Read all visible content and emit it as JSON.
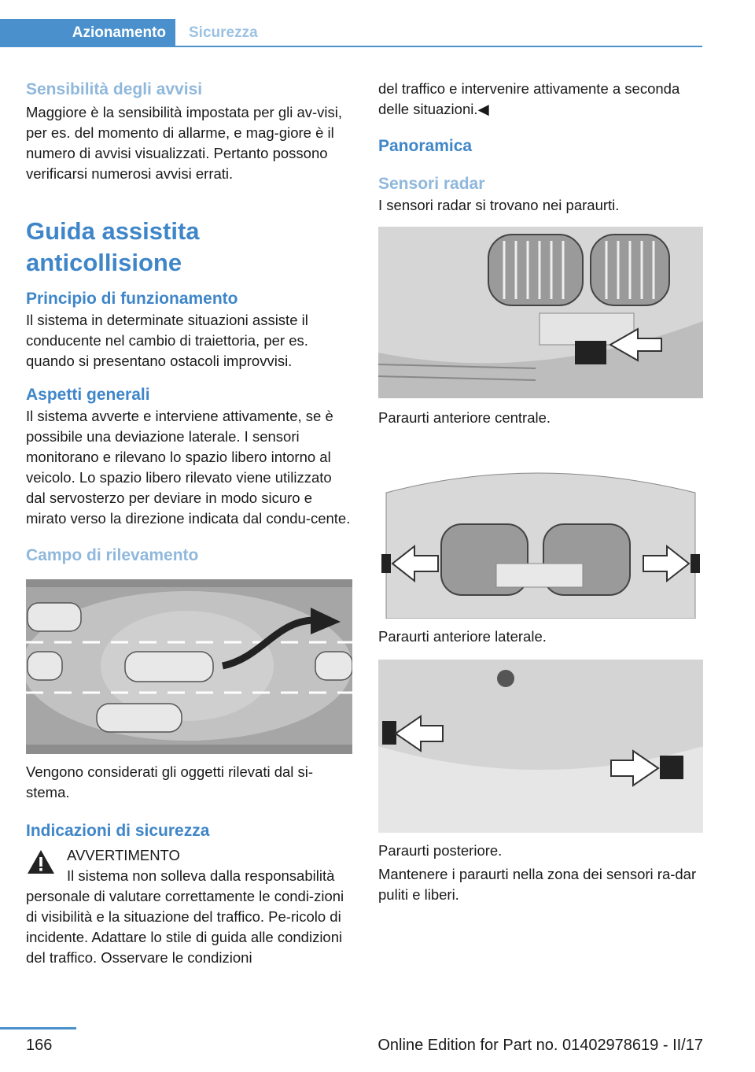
{
  "header": {
    "tab_active": "Azionamento",
    "tab_inactive": "Sicurezza"
  },
  "left": {
    "sens_title": "Sensibilità degli avvisi",
    "sens_text": "Maggiore è la sensibilità impostata per gli av-visi, per es. del momento di allarme, e mag-giore è il numero di avvisi visualizzati. Pertanto possono verificarsi numerosi avvisi errati.",
    "main_title": "Guida assistita anticollisione",
    "principle_title": "Principio di funzionamento",
    "principle_text": "Il sistema in determinate situazioni assiste il conducente nel cambio di traiettoria, per es. quando si presentano ostacoli improvvisi.",
    "general_title": "Aspetti generali",
    "general_text": "Il sistema avverte e interviene attivamente, se è possibile una deviazione laterale. I sensori monitorano e rilevano lo spazio libero intorno al veicolo. Lo spazio libero rilevato viene utilizzato dal servosterzo per deviare in modo sicuro e mirato verso la direzione indicata dal condu-cente.",
    "range_title": "Campo di rilevamento",
    "range_caption": "Vengono considerati gli oggetti rilevati dal si-stema.",
    "safety_title": "Indicazioni di sicurezza",
    "warning_label": "AVVERTIMENTO",
    "warning_text": "Il sistema non solleva dalla responsabilità personale di valutare correttamente le condi-zioni di visibilità e la situazione del traffico. Pe-ricolo di incidente. Adattare lo stile di guida alle condizioni del traffico. Osservare le condizioni"
  },
  "right": {
    "cont_text": "del traffico e intervenire attivamente a seconda delle situazioni.◀",
    "overview_title": "Panoramica",
    "radar_title": "Sensori radar",
    "radar_text": "I sensori radar si trovano nei paraurti.",
    "cap1": "Paraurti anteriore centrale.",
    "cap2": "Paraurti anteriore laterale.",
    "cap3": "Paraurti posteriore.",
    "final_text": "Mantenere i paraurti nella zona dei sensori ra-dar puliti e liberi."
  },
  "footer": {
    "page": "166",
    "edition": "Online Edition for Part no. 01402978619 - II/17"
  }
}
